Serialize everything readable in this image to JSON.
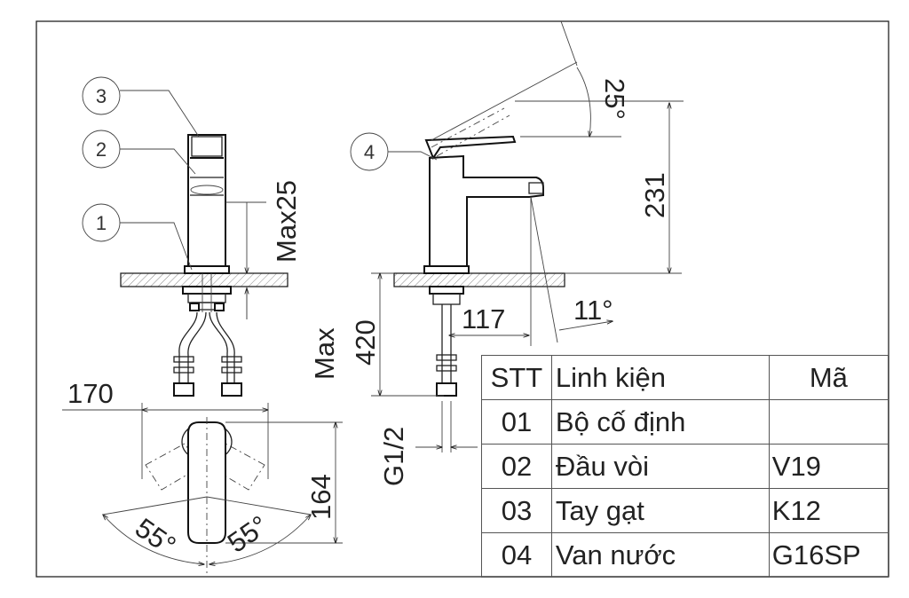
{
  "callouts": [
    "1",
    "2",
    "3",
    "4"
  ],
  "dimensions": {
    "max25": "Max25",
    "max": "Max",
    "d420": "420",
    "d231": "231",
    "d25deg": "25°",
    "d11deg": "11°",
    "d117": "117",
    "d170": "170",
    "d164": "164",
    "d55left": "55°",
    "d55right": "55°",
    "g12": "G1/2"
  },
  "table": {
    "headers": [
      "STT",
      "Linh kiện",
      "Mã"
    ],
    "rows": [
      [
        "01",
        "Bộ cố định",
        ""
      ],
      [
        "02",
        "Đầu vòi",
        "V19"
      ],
      [
        "03",
        "Tay gạt",
        "K12"
      ],
      [
        "04",
        "Van nước",
        "G16SP"
      ]
    ]
  }
}
